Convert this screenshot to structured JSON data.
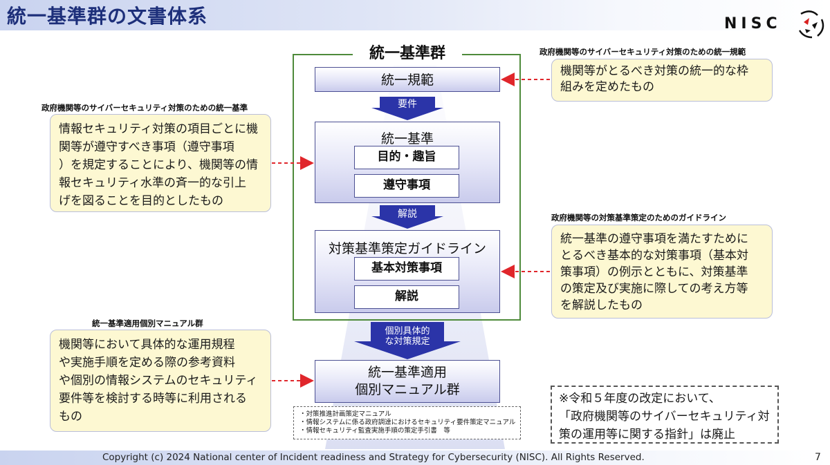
{
  "header": {
    "title": "統一基準群の文書体系",
    "logo_text": "NISC"
  },
  "frame": {
    "title": "統一基準群"
  },
  "boxes": {
    "norm": "統一規範",
    "standard": "統一基準",
    "standard_items": [
      "目的・趣旨",
      "遵守事項"
    ],
    "guideline": "対策基準策定ガイドライン",
    "guideline_items": [
      "基本対策事項",
      "解説"
    ],
    "manual_line1": "統一基準適用",
    "manual_line2": "個別マニュアル群"
  },
  "arrows": {
    "requirement": "要件",
    "explanation": "解説",
    "specific_line1": "個別具体的",
    "specific_line2": "な対策規定"
  },
  "notes": {
    "norm": {
      "caption": "政府機関等のサイバーセキュリティ対策のための統一規範",
      "lines": [
        "機関等がとるべき対策の統一的な枠",
        "組みを定めたもの"
      ]
    },
    "standard": {
      "caption": "政府機関等のサイバーセキュリティ対策のための統一基準",
      "lines": [
        "情報セキュリティ対策の項目ごとに機",
        "関等が遵守すべき事項（遵守事項",
        "）を規定することにより、機関等の情",
        "報セキュリティ水準の斉一的な引上",
        "げを図ることを目的としたもの"
      ]
    },
    "guideline": {
      "caption": "政府機関等の対策基準策定のためのガイドライン",
      "lines": [
        "統一基準の遵守事項を満たすために",
        "とるべき基本的な対策事項（基本対",
        "策事項）の例示とともに、対策基準",
        "の策定及び実施に際しての考え方等",
        "を解説したもの"
      ]
    },
    "manual": {
      "caption": "統一基準適用個別マニュアル群",
      "lines": [
        "機関等において具体的な運用規程",
        "や実施手順を定める際の参考資料",
        "や個別の情報システムのセキュリティ",
        "要件等を検討する時等に利用される",
        "もの"
      ]
    }
  },
  "manual_list": [
    "・対策推進計画策定マニュアル",
    "・情報システムに係る政府調達におけるセキュリティ要件策定マニュアル",
    "・情報セキュリティ監査実施手順の策定手引書　等"
  ],
  "revision_note": [
    "※令和５年度の改定において、",
    "「政府機関等のサイバーセキュリティ対",
    "策の運用等に関する指針」は廃止"
  ],
  "footer": {
    "copyright": "Copyright (c) 2024 National center of Incident readiness and Strategy for Cybersecurity (NISC). All Rights Reserved.",
    "page_number": "7"
  },
  "colors": {
    "title_blue": "#1d2f7a",
    "arrow_blue": "#2b34a8",
    "frame_green": "#4e8a3a",
    "note_yellow": "#fdf8d2",
    "connector_red": "#e0262b"
  }
}
